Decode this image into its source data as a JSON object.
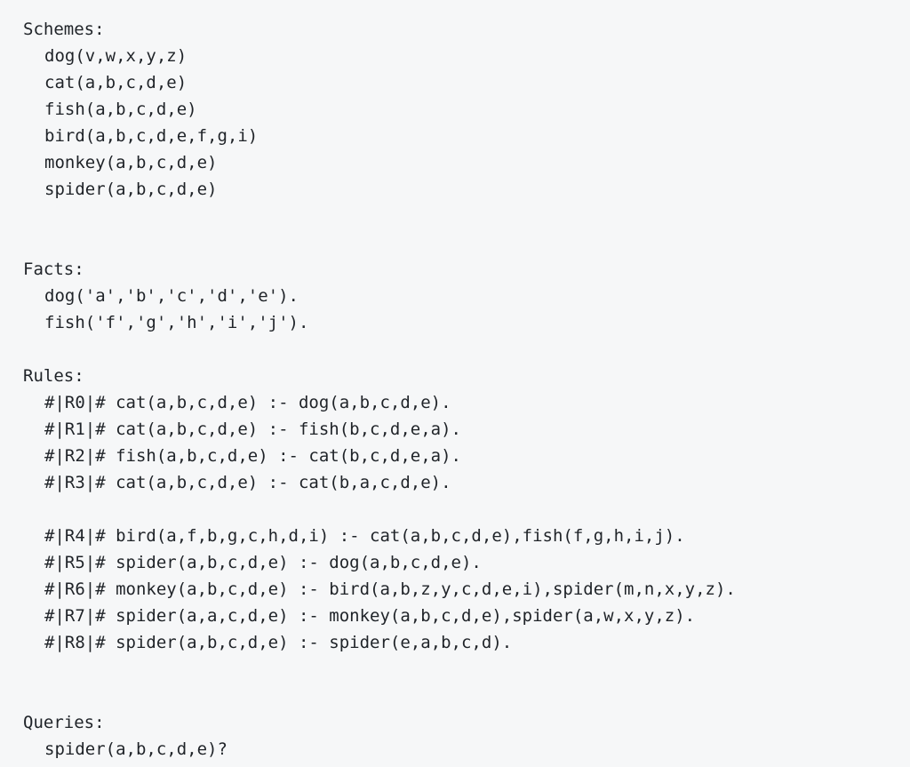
{
  "code": {
    "schemes_header": "Schemes:",
    "schemes": [
      "dog(v,w,x,y,z)",
      "cat(a,b,c,d,e)",
      "fish(a,b,c,d,e)",
      "bird(a,b,c,d,e,f,g,i)",
      "monkey(a,b,c,d,e)",
      "spider(a,b,c,d,e)"
    ],
    "facts_header": "Facts:",
    "facts": [
      "dog('a','b','c','d','e').",
      "fish('f','g','h','i','j')."
    ],
    "rules_header": "Rules:",
    "rules": [
      "#|R0|# cat(a,b,c,d,e) :- dog(a,b,c,d,e).",
      "#|R1|# cat(a,b,c,d,e) :- fish(b,c,d,e,a).",
      "#|R2|# fish(a,b,c,d,e) :- cat(b,c,d,e,a).",
      "#|R3|# cat(a,b,c,d,e) :- cat(b,a,c,d,e).",
      "#|R4|# bird(a,f,b,g,c,h,d,i) :- cat(a,b,c,d,e),fish(f,g,h,i,j).",
      "#|R5|# spider(a,b,c,d,e) :- dog(a,b,c,d,e).",
      "#|R6|# monkey(a,b,c,d,e) :- bird(a,b,z,y,c,d,e,i),spider(m,n,x,y,z).",
      "#|R7|# spider(a,a,c,d,e) :- monkey(a,b,c,d,e),spider(a,w,x,y,z).",
      "#|R8|# spider(a,b,c,d,e) :- spider(e,a,b,c,d)."
    ],
    "queries_header": "Queries:",
    "queries": [
      "spider(a,b,c,d,e)?"
    ]
  }
}
